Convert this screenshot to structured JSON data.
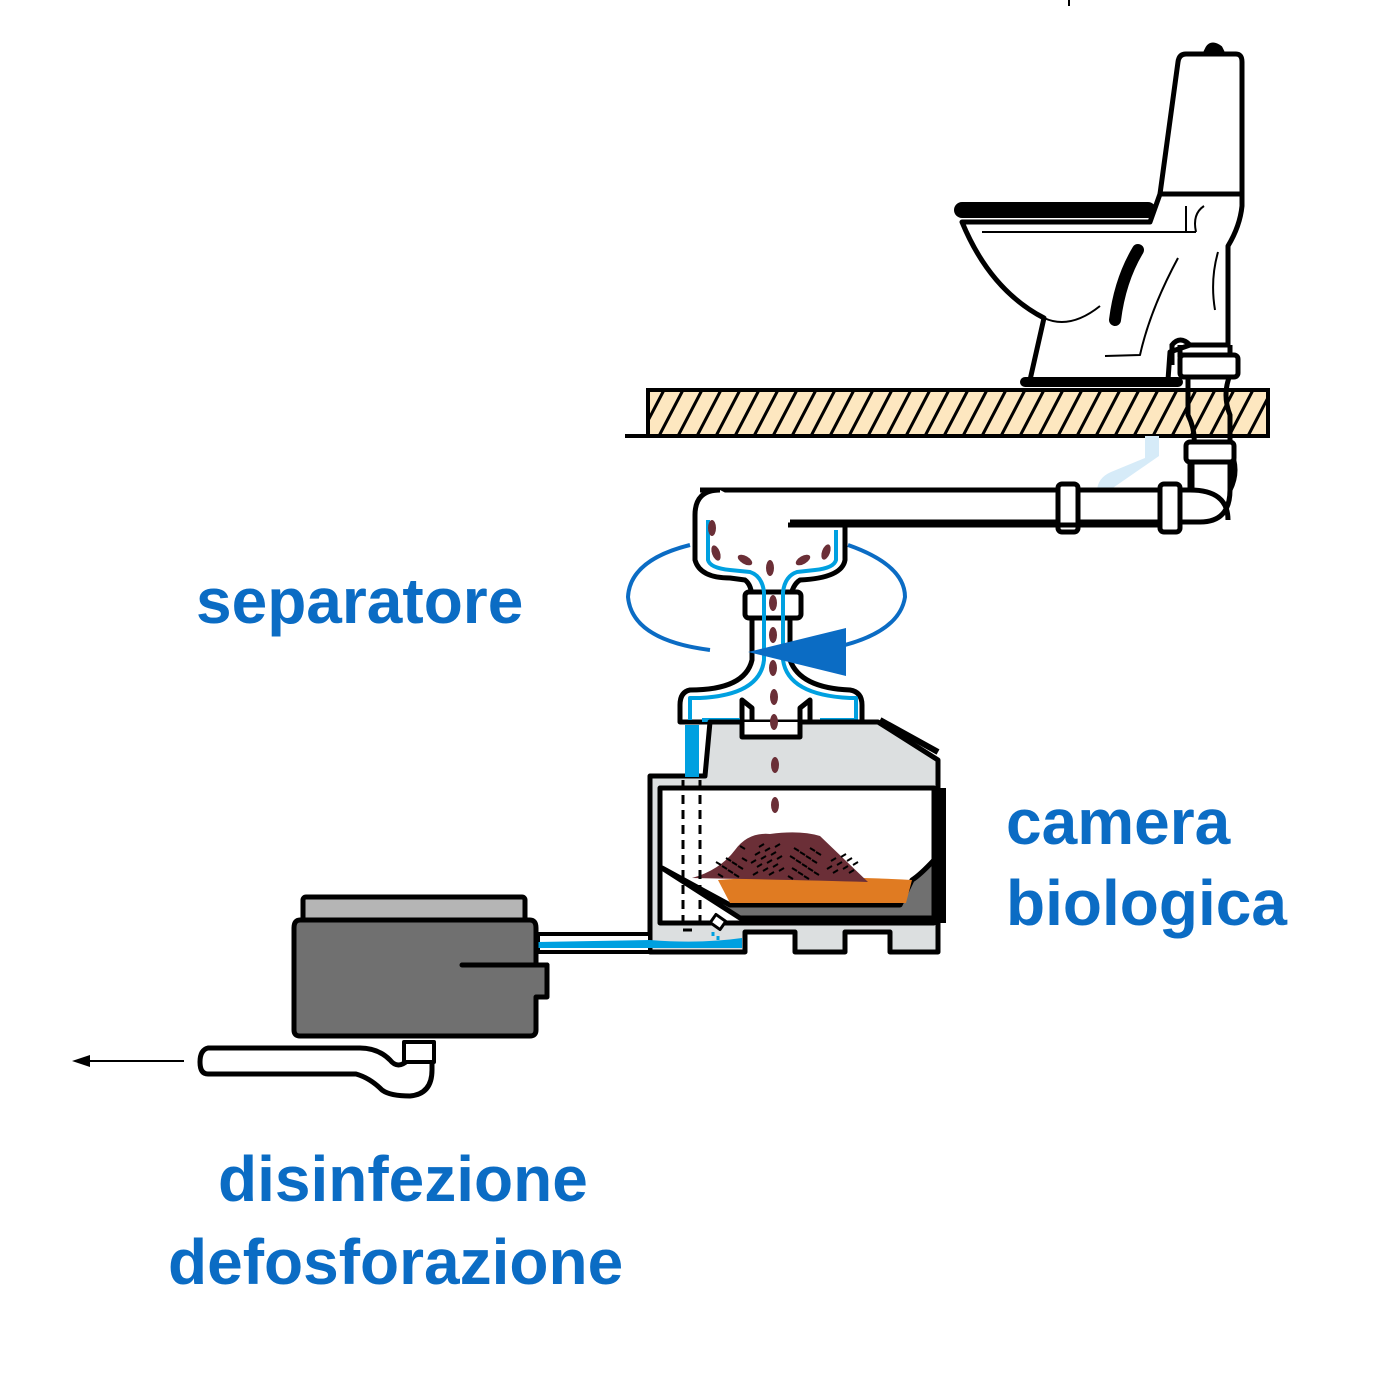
{
  "labels": {
    "separator": "separatore",
    "chamber_line1": "camera",
    "chamber_line2": "biologica",
    "treatment_line1": "disinfezione",
    "treatment_line2": "defosforazione"
  },
  "colors": {
    "label": "#0b6cc4",
    "water": "#00a0e0",
    "floor": "#fde7c0",
    "compost": "#6b2f37",
    "substrate": "#e07b22",
    "chamber": "#dcdfe0",
    "tank": "#707070"
  },
  "icons": [
    "toilet-icon",
    "rotation-arrow-icon",
    "outflow-arrow-icon"
  ]
}
